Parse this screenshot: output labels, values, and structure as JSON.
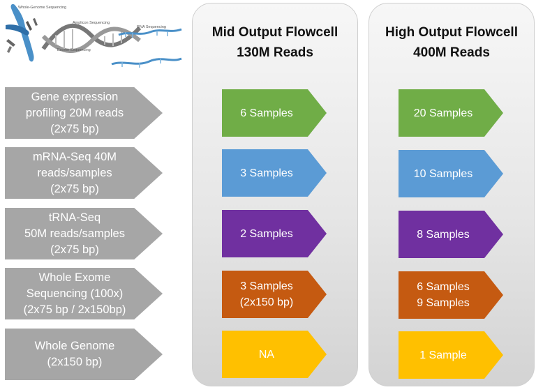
{
  "illustration": {
    "labels": {
      "wgs": "Whole-Genome Sequencing",
      "amplicon": "Amplicon Sequencing",
      "exome": "Exome Sequencing",
      "rna": "RNA Sequencing"
    }
  },
  "columns": [
    {
      "title_line1": "Mid Output Flowcell",
      "title_line2": "130M Reads"
    },
    {
      "title_line1": "High Output Flowcell",
      "title_line2": "400M Reads"
    }
  ],
  "rows": [
    {
      "label": [
        "Gene expression",
        "profiling 20M reads",
        "(2x75 bp)"
      ],
      "mid": [
        "6 Samples"
      ],
      "high": [
        "20 Samples"
      ],
      "color": "#70ad47"
    },
    {
      "label": [
        "mRNA-Seq 40M",
        "reads/samples",
        "(2x75 bp)"
      ],
      "mid": [
        "3 Samples"
      ],
      "high": [
        "10 Samples"
      ],
      "color": "#5b9bd5"
    },
    {
      "label": [
        "tRNA-Seq",
        "50M reads/samples",
        "(2x75 bp)"
      ],
      "mid": [
        "2 Samples"
      ],
      "high": [
        "8 Samples"
      ],
      "color": "#7030a0"
    },
    {
      "label": [
        "Whole Exome",
        "Sequencing (100x)",
        "(2x75 bp / 2x150bp)"
      ],
      "mid": [
        "3 Samples",
        "(2x150 bp)"
      ],
      "high": [
        "6 Samples",
        "9 Samples"
      ],
      "color": "#c55a11"
    },
    {
      "label": [
        "Whole Genome",
        "(2x150 bp)"
      ],
      "mid": [
        "NA"
      ],
      "high": [
        "1 Sample"
      ],
      "color": "#ffc000"
    }
  ]
}
